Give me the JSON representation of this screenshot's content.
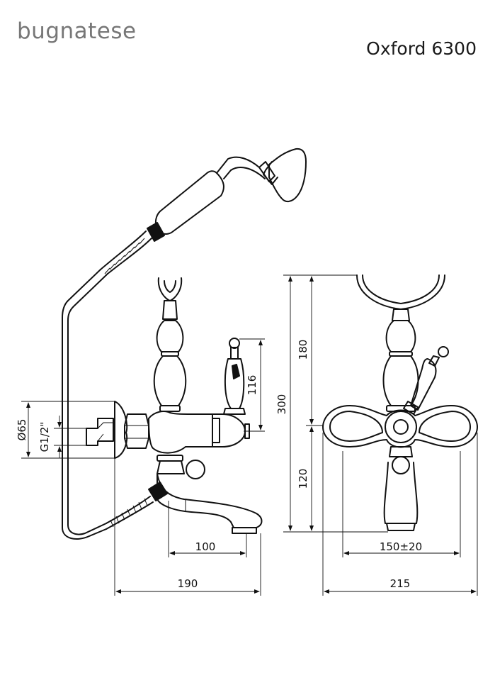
{
  "header": {
    "brand": "bugnatese",
    "model": "Oxford 6300"
  },
  "dimensions": {
    "diameter": "Ø65",
    "thread": "G1/2\"",
    "lever_height": "116",
    "height_total": "300",
    "height_upper": "180",
    "height_lower": "120",
    "spout_reach": "100",
    "depth": "190",
    "centres": "150±20",
    "width": "215"
  },
  "colors": {
    "brand_text": "#777777",
    "line": "#111111"
  }
}
